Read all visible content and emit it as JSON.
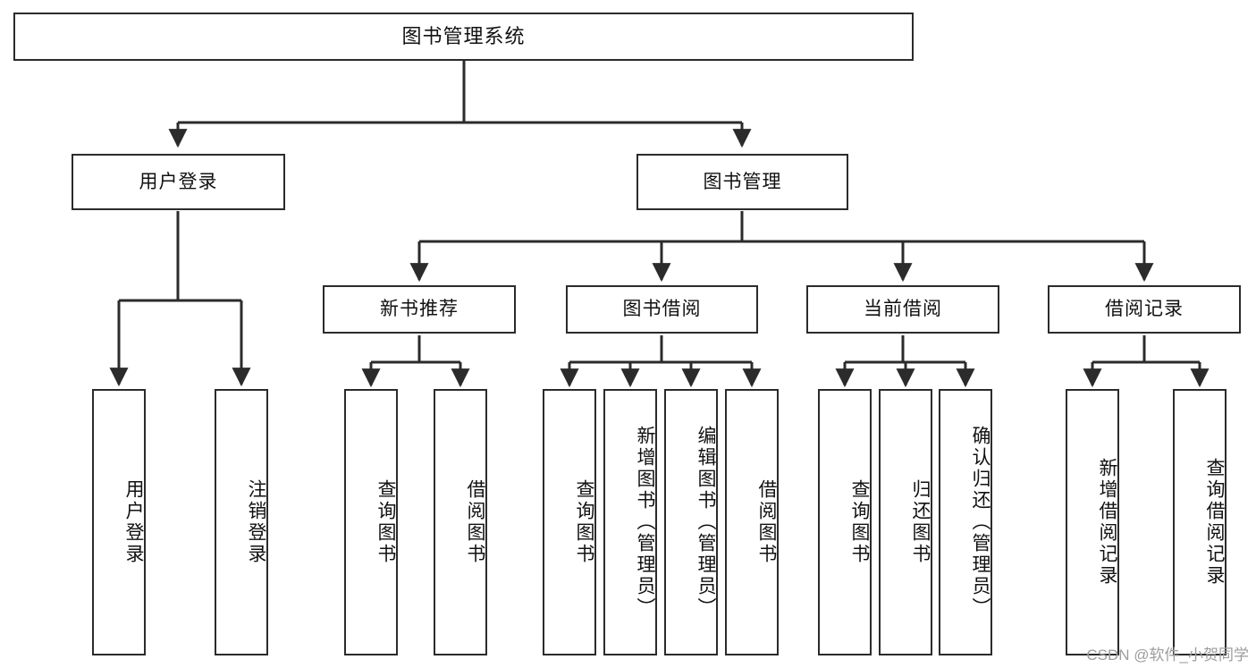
{
  "diagram": {
    "type": "tree-hierarchy-chart",
    "title": "图书管理系统",
    "line_color": "#2b2b2b",
    "box_fill": "#ffffff",
    "text_color": "#111111",
    "levels": {
      "root": [
        "图书管理系统"
      ],
      "level2": [
        "用户登录",
        "图书管理"
      ],
      "level3": [
        "新书推荐",
        "图书借阅",
        "当前借阅",
        "借阅记录"
      ],
      "leaves": [
        "用户登录",
        "注销登录",
        "查询图书",
        "借阅图书",
        "查询图书",
        "新增图书（管理员）",
        "编辑图书（管理员）",
        "借阅图书",
        "查询图书",
        "归还图书",
        "确认归还（管理员）",
        "新增借阅记录",
        "查询借阅记录"
      ]
    },
    "nodes": {
      "root": {
        "label": "图书管理系统"
      },
      "user_login": {
        "label": "用户登录"
      },
      "book_manage": {
        "label": "图书管理"
      },
      "new_book_rec": {
        "label": "新书推荐"
      },
      "book_borrow": {
        "label": "图书借阅"
      },
      "current_borrow": {
        "label": "当前借阅"
      },
      "borrow_record": {
        "label": "借阅记录"
      },
      "leaf_user_login": {
        "label": "用户登录"
      },
      "leaf_logout": {
        "label": "注销登录"
      },
      "leaf_query_book_a": {
        "label": "查询图书"
      },
      "leaf_borrow_book_a": {
        "label": "借阅图书"
      },
      "leaf_query_book_b": {
        "label": "查询图书"
      },
      "leaf_add_book": {
        "label": "新增图书（管理员）"
      },
      "leaf_edit_book": {
        "label": "编辑图书（管理员）"
      },
      "leaf_borrow_book_b": {
        "label": "借阅图书"
      },
      "leaf_query_book_c": {
        "label": "查询图书"
      },
      "leaf_return_book": {
        "label": "归还图书"
      },
      "leaf_confirm_return": {
        "label": "确认归还（管理员）"
      },
      "leaf_add_record": {
        "label": "新增借阅记录"
      },
      "leaf_query_record": {
        "label": "查询借阅记录"
      }
    }
  },
  "watermark": {
    "text": "CSDN @软件_小贺同学"
  }
}
